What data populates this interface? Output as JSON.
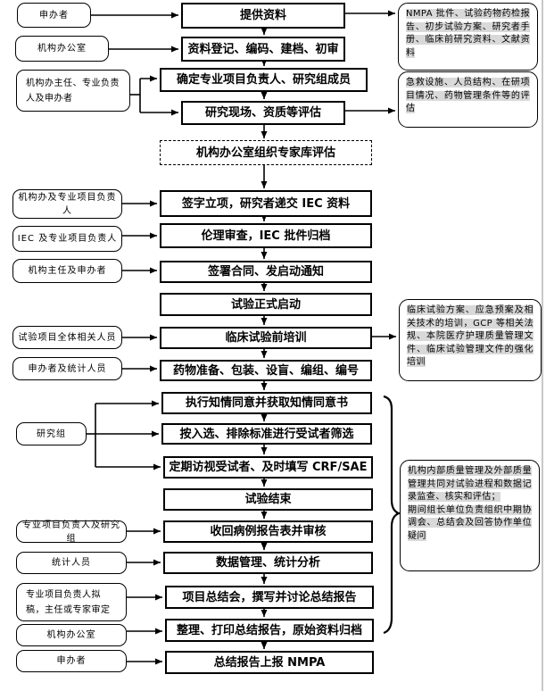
{
  "colors": {
    "line": "#000000",
    "note_highlight": "#d9d9d9",
    "page_edge": "#c8c8c8"
  },
  "roles": [
    {
      "label": "申办者"
    },
    {
      "label": "机构办公室"
    },
    {
      "label": "机构办主任、专业负责人及申办者"
    },
    {
      "label": "机构办及专业项目负责人"
    },
    {
      "label": "IEC 及专业项目负责人"
    },
    {
      "label": "机构主任及申办者"
    },
    {
      "label": "试验项目全体相关人员"
    },
    {
      "label": "申办者及统计人员"
    },
    {
      "label": "研究组"
    },
    {
      "label": "专业项目负责人及研究组"
    },
    {
      "label": "统计人员"
    },
    {
      "label": "专业项目负责人拟稿，主任或专家审定"
    },
    {
      "label": "机构办公室"
    },
    {
      "label": "申办者"
    }
  ],
  "steps": [
    {
      "label": "提供资料"
    },
    {
      "label": "资料登记、编码、建档、初审"
    },
    {
      "label": "确定专业项目负责人、研究组成员"
    },
    {
      "label": "研究现场、资质等评估"
    },
    {
      "label": "机构办公室组织专家库评估"
    },
    {
      "label": "签字立项，研究者递交 IEC 资料"
    },
    {
      "label": "伦理审查，IEC 批件归档"
    },
    {
      "label": "签署合同、发启动通知"
    },
    {
      "label": "试验正式启动"
    },
    {
      "label": "临床试验前培训"
    },
    {
      "label": "药物准备、包装、设盲、编组、编号"
    },
    {
      "label": "执行知情同意并获取知情同意书"
    },
    {
      "label": "按入选、排除标准进行受试者筛选"
    },
    {
      "label": "定期访视受试者、及时填写 CRF/SAE"
    },
    {
      "label": "试验结束"
    },
    {
      "label": "收回病例报告表并审核"
    },
    {
      "label": "数据管理、统计分析"
    },
    {
      "label": "项目总结会，撰写并讨论总结报告"
    },
    {
      "label": "整理、打印总结报告，原始资料归档"
    },
    {
      "label": "总结报告上报 NMPA"
    }
  ],
  "notes": [
    {
      "text": "NMPA 批件、试验药物药检报告、初步试验方案、研究者手册、临床前研究资料、文献资料"
    },
    {
      "text": "急救设施、人员结构、在研项目情况、药物管理条件等的评估"
    },
    {
      "text": "临床试验方案、应急预案及相关技术的培训，GCP 等相关法规、本院医疗护理质量管理文件、临床试验管理文件的强化培训"
    },
    {
      "line1": "机构内部质量管理及外部质量管理共同对试验进程和数据记录监查、核实和评估；",
      "line2": "期间组长单位负责组织中期协调会、总结会及回答协作单位疑问"
    }
  ]
}
